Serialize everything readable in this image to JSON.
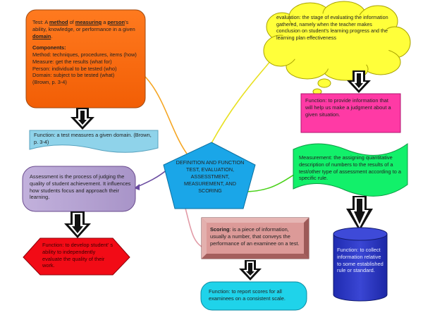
{
  "test_box": {
    "definition_prefix": "Test: A ",
    "w_method": "method",
    "w_of": " of ",
    "w_measuring": "measuring",
    "w_a": " a ",
    "w_person": "person",
    "definition_mid": "'s ability, knowledge, or performance in a given ",
    "w_domain": "domain",
    "definition_end": ".",
    "components_heading": "Components:",
    "components": [
      "Method: techniques, procedures, items (how)",
      "Measure: get the results (what for)",
      "Person: individual to be tested (who)",
      "Domain: subject to be tested (what)",
      "(Brown, p. 3-4)"
    ]
  },
  "test_function": {
    "text": "Function: a test measures a given domain. (Brown, p. 3-4)"
  },
  "evaluation_cloud": {
    "text": "evaluation: the stage of evaluating the information gathered, namely when the teacher makes conclusion on student's learning progress and the learning plan effectiveness"
  },
  "evaluation_function": {
    "text": "Function: to provide information that will help us make a judgment about a given situation."
  },
  "center_pentagon": {
    "text": "DEFINITION AND FUNCTION TEST, EVALUATION, ASSESSTMENT, MEASUREMENT, AND SCORING"
  },
  "assessment_box": {
    "text": "Assessment is the process of judging the quality of student achievement. It influences how students focus and approach their learning."
  },
  "assessment_function": {
    "text": "Function: to develop student' s ability to independently evaluate the quality of their work."
  },
  "measurement_flag": {
    "text": "Measurement: the assigning quantitative description of numbers to the results of a test/other type of assessment according to a specific rule."
  },
  "measurement_function": {
    "text": "Function: to collect information relative to some established rule or standard."
  },
  "scoring_box": {
    "label": "Scoring",
    "text": ": is a piece of information, usually a number, that conveys the performance of an examinee on a test."
  },
  "scoring_function": {
    "text": "Function: to report scores for all examinees on a consistent scale."
  },
  "colors": {
    "test_box": "#ff6a12",
    "test_function": "#8fd3ea",
    "evaluation_cloud": "#ffff3a",
    "evaluation_function": "#ff3aa5",
    "center_pentagon": "#1aa6e8",
    "assessment_box": "#b9a6d3",
    "assessment_function": "#f20b16",
    "measurement_flag": "#12f06a",
    "measurement_function": "#2a36c4",
    "scoring_box": "#dc9a98",
    "scoring_function": "#1fd3ea"
  }
}
